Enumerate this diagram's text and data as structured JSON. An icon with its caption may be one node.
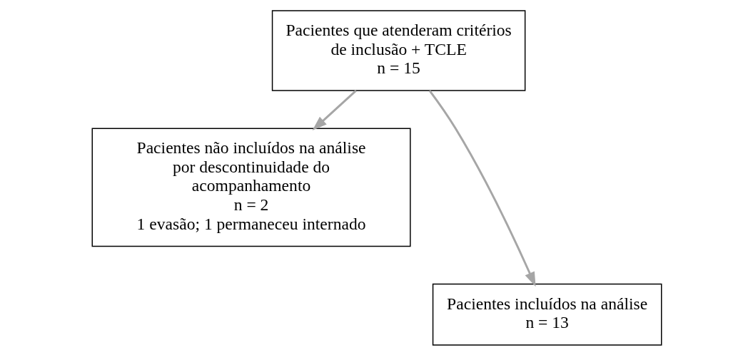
{
  "diagram": {
    "nodes": [
      {
        "text": [
          "Pacientes que atenderam critérios de inclusão + TCLE",
          "n = 15"
        ]
      },
      {
        "text": [
          "Pacientes não incluídos na análise por descontinuidade do acompanhamento",
          "n = 2",
          "1 evasão; 1 permaneceu internado"
        ]
      },
      {
        "text": [
          "Pacientes incluídos na análise",
          "n = 13"
        ]
      }
    ],
    "edges": [
      {
        "from": 0,
        "to": 2,
        "arrow": "to"
      },
      {
        "from": 0,
        "to": 1,
        "arrow": "to"
      }
    ]
  }
}
